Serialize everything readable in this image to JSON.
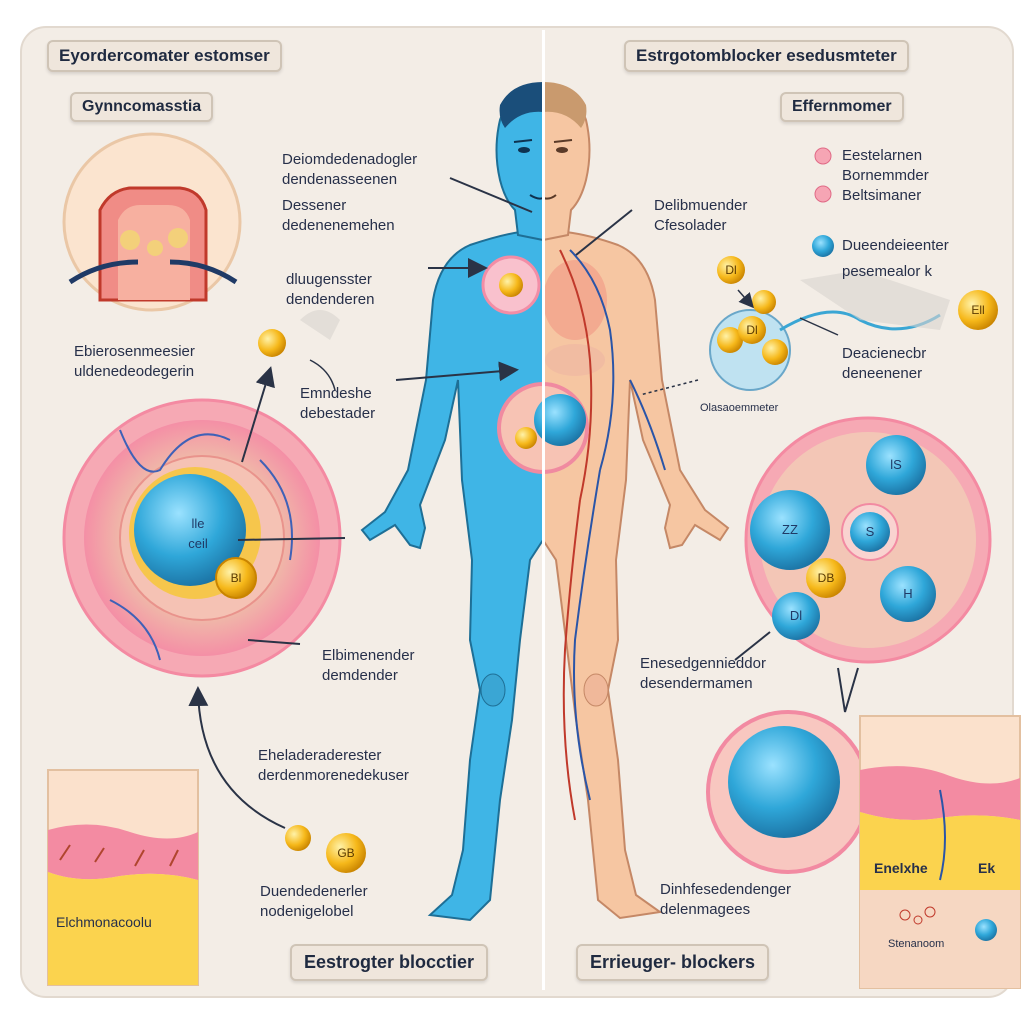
{
  "headers": {
    "top_left": "Eyordercomater estomser",
    "top_right": "Estrgotomblocker esedusmteter",
    "left_sub": "Gynncomasstia",
    "right_sub": "Effernmomer"
  },
  "left_labels": {
    "l1": [
      "Deiomdedenadogler",
      "dendenasseenen"
    ],
    "l2": [
      "Dessener",
      "dedenenemehen"
    ],
    "l3": [
      "dluugensster",
      "dendenderen"
    ],
    "l4": [
      "Ebierosenmeesier",
      "uldenedeodegerin"
    ],
    "l5": [
      "Emndeshe",
      "debestader"
    ],
    "l6": [
      "Elbimenender",
      "demdender"
    ],
    "l7": [
      "Eheladeraderester",
      "derdenmorenedekuser"
    ],
    "l8": [
      "Duendedenerler",
      "nodenigelobel"
    ]
  },
  "right_labels": {
    "r1": [
      "Delibmuender",
      "Cfesolader"
    ],
    "legend": [
      "Eestelarnen",
      "Bornemmder",
      "Beltsimaner"
    ],
    "r2": [
      "Dueendeieenter",
      "pesemealor k"
    ],
    "r3": [
      "Deacienecbr",
      "deneenener"
    ],
    "r4": "Olasaoemmeter",
    "r5": [
      "Enesedgennieddor",
      "desendermamen"
    ],
    "r6": [
      "Dinhfesedendenger",
      "delenmagees"
    ]
  },
  "dots": {
    "cell_left": "Bl",
    "cell_left_text": [
      "lle",
      "ceil"
    ],
    "bottom": "GB",
    "right_cluster": [
      "Dl",
      "Dl"
    ],
    "right_single": "Ell",
    "cell_right_dot": "DB",
    "cell_right_small": "Dl"
  },
  "cells_right": [
    "lS",
    "ZZ",
    "S",
    "H"
  ],
  "inset_left": "Elchmonacoolu",
  "inset_right": {
    "left": "Enelxhe",
    "right": "Ek",
    "bottom": "Stenanoom"
  },
  "buttons": {
    "left": "Eestrogter blocctier",
    "right": "Errieuger- blockers"
  },
  "colors": {
    "blue_body": "#3fb5e6",
    "skin": "#f6c6a2",
    "estrogen": "#f5b51c",
    "receptor": "#2f9fd0",
    "pink": "#f6a5b4"
  }
}
